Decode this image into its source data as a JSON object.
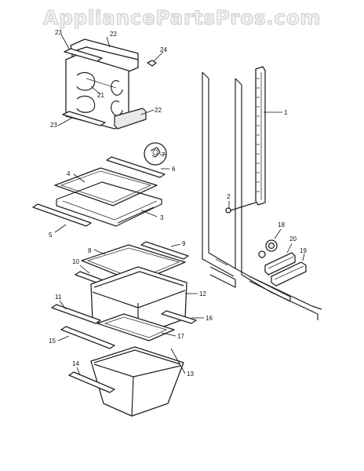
{
  "watermark": "AppliancePartsPros.com",
  "callouts": {
    "c1": "1",
    "c2": "2",
    "c3": "3",
    "c4": "4",
    "c5": "5",
    "c6": "6",
    "c7": "7",
    "c8": "8",
    "c9": "9",
    "c10": "10",
    "c11": "11",
    "c12": "12",
    "c13": "13",
    "c14": "14",
    "c15": "15",
    "c16": "16",
    "c17": "17",
    "c18": "18",
    "c19": "19",
    "c20": "20",
    "c21": "21",
    "c22a": "22",
    "c22b": "22",
    "c23a": "23",
    "c23b": "23",
    "c24": "24"
  }
}
